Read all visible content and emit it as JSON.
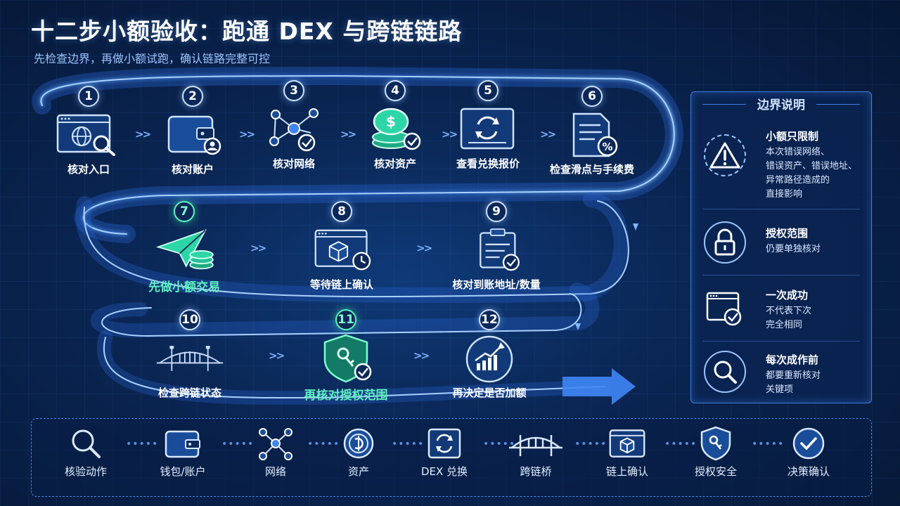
{
  "title": "十二步小额验收：跑通 DEX 与跨链链路",
  "subtitle": "先检查边界，再做小额试跑，确认链路完整可控",
  "steps": [
    {
      "num": "1",
      "label": "核对入口",
      "icon": "browser-globe-search-icon"
    },
    {
      "num": "2",
      "label": "核对账户",
      "icon": "wallet-user-icon"
    },
    {
      "num": "3",
      "label": "核对网络",
      "icon": "network-check-icon"
    },
    {
      "num": "4",
      "label": "核对资产",
      "icon": "coin-stack-check-icon"
    },
    {
      "num": "5",
      "label": "查看兑换报价",
      "icon": "swap-quote-icon"
    },
    {
      "num": "6",
      "label": "检查滑点与手续费",
      "icon": "document-percent-icon"
    },
    {
      "num": "7",
      "label": "先做小额交易",
      "icon": "paper-plane-coins-icon"
    },
    {
      "num": "8",
      "label": "等待链上确认",
      "icon": "block-clock-icon"
    },
    {
      "num": "9",
      "label": "核对到账地址/数量",
      "icon": "clipboard-check-icon"
    },
    {
      "num": "10",
      "label": "检查跨链状态",
      "icon": "bridge-icon"
    },
    {
      "num": "11",
      "label": "再核对授权范围",
      "icon": "shield-key-check-icon"
    },
    {
      "num": "12",
      "label": "再决定是否加额",
      "icon": "growth-chart-icon"
    }
  ],
  "side_panel": {
    "title": "边界说明",
    "items": [
      {
        "head": "小额只限制",
        "desc": "本次错误网络、\n错误资产、错误地址、\n异常路径造成的\n直接影响",
        "icon": "warning-icon"
      },
      {
        "head": "授权范围",
        "desc": "仍要单独核对",
        "icon": "lock-icon"
      },
      {
        "head": "一次成功",
        "desc": "不代表下次\n完全相同",
        "icon": "window-check-icon"
      },
      {
        "head": "每次成作前",
        "desc": "都要重新核对\n关键项",
        "icon": "search-icon"
      }
    ]
  },
  "legend": [
    {
      "label": "核验动作",
      "icon": "search-icon"
    },
    {
      "label": "钱包/账户",
      "icon": "wallet-icon"
    },
    {
      "label": "网络",
      "icon": "network-icon"
    },
    {
      "label": "资产",
      "icon": "coin-icon"
    },
    {
      "label": "DEX 兑换",
      "icon": "swap-icon"
    },
    {
      "label": "跨链桥",
      "icon": "bridge-icon"
    },
    {
      "label": "链上确认",
      "icon": "block-icon"
    },
    {
      "label": "授权安全",
      "icon": "shield-key-icon"
    },
    {
      "label": "决策确认",
      "icon": "check-circle-icon"
    }
  ],
  "colors": {
    "accent": "#4a9bff",
    "highlight": "#5ff0c0",
    "background": "#071a38"
  }
}
